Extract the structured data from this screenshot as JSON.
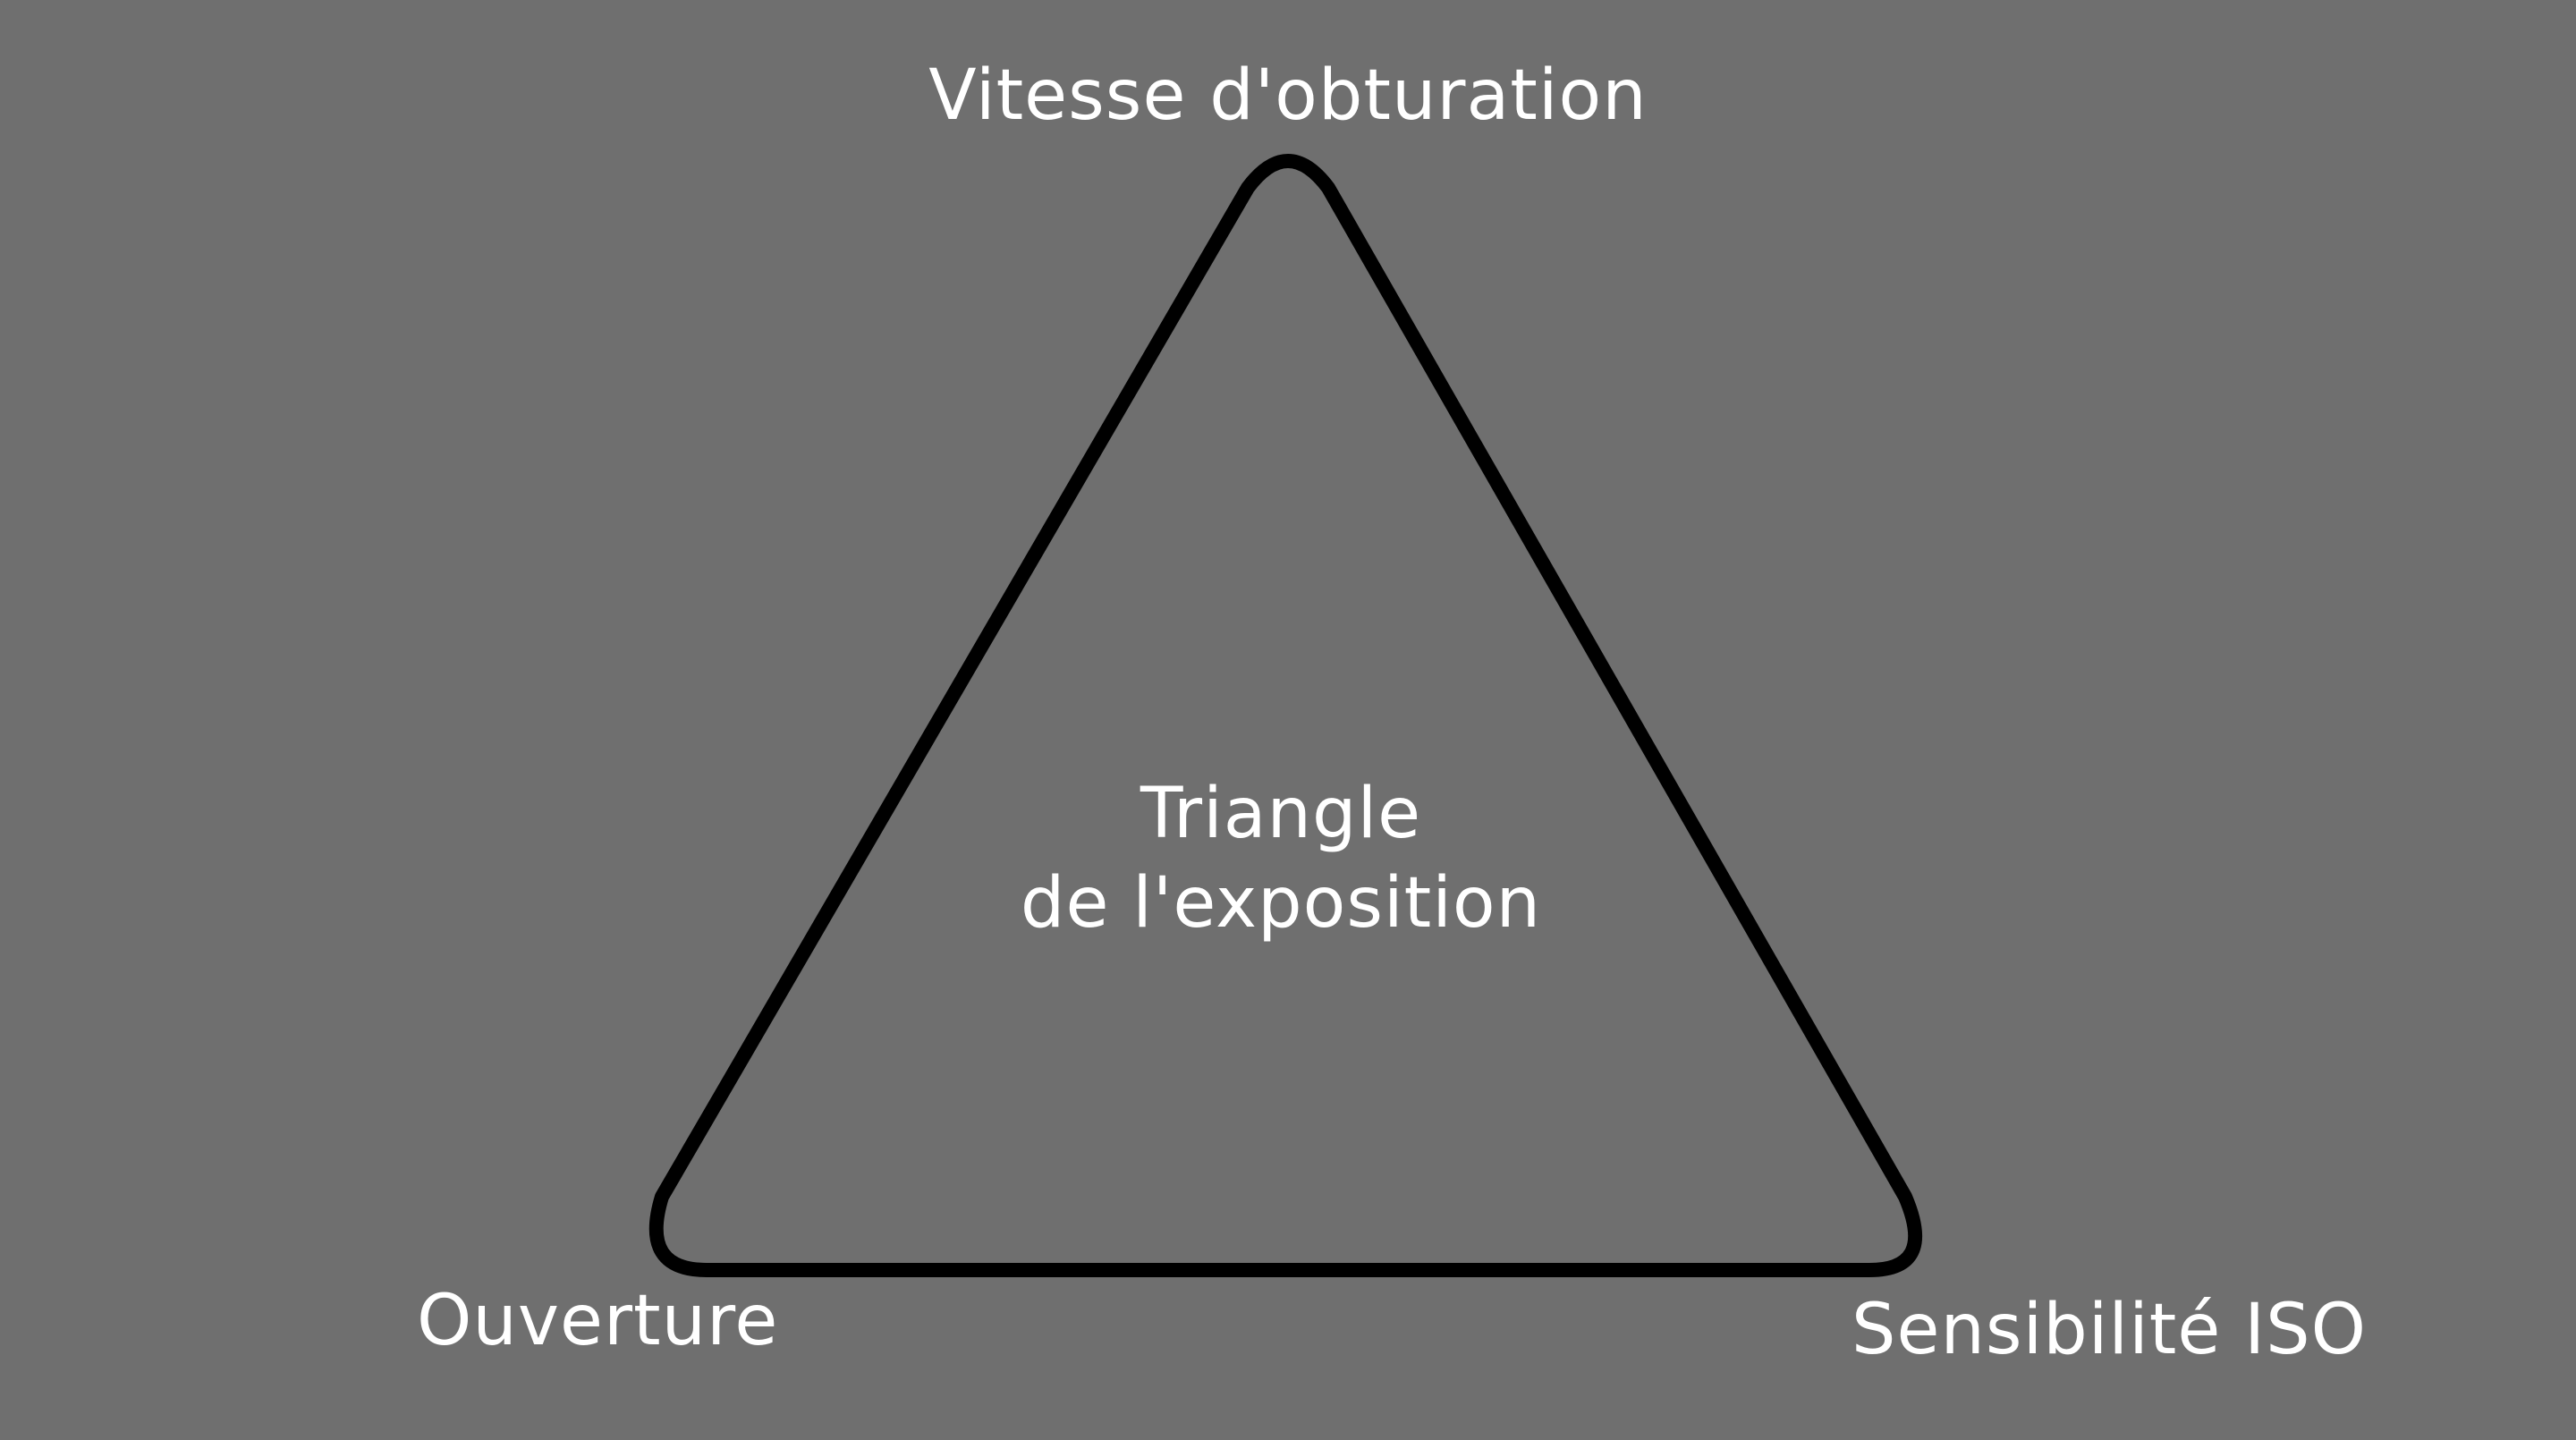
{
  "colors": {
    "background": "#6f6f6f",
    "stroke": "#000000",
    "text": "#ffffff"
  },
  "diagram": {
    "center_title_line1": "Triangle",
    "center_title_line2": "de l'exposition",
    "vertex_top": "Vitesse d'obturation",
    "vertex_bottom_left": "Ouverture",
    "vertex_bottom_right": "Sensibilité ISO"
  }
}
